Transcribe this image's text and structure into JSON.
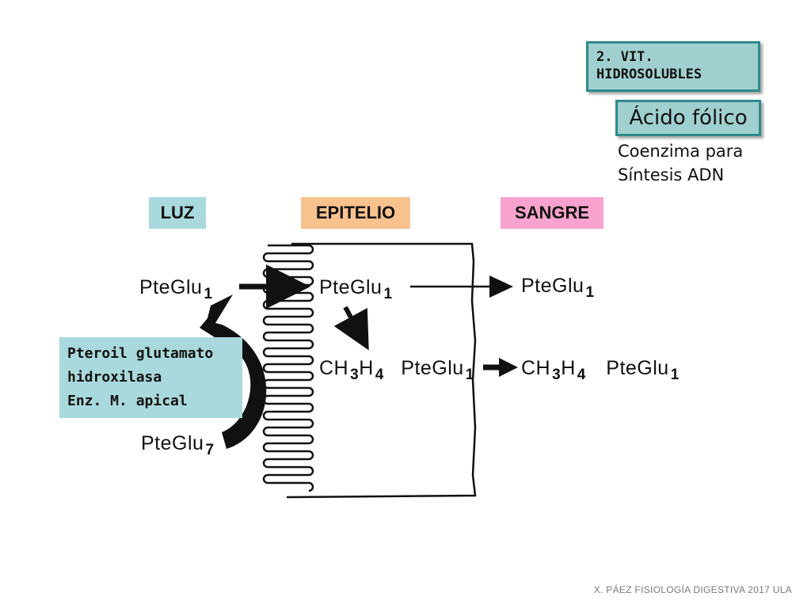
{
  "header": {
    "vitamin_group_line1": "2. VIT.",
    "vitamin_group_line2": "HIDROSOLUBLES",
    "title": "Ácido fólico",
    "role_line1": "Coenzima para",
    "role_line2": "Síntesis ADN"
  },
  "compartments": {
    "lumen": "LUZ",
    "epithelium": "EPITELIO",
    "blood": "SANGRE"
  },
  "molecules": {
    "luz_monoglutamate": {
      "base": "PteGlu",
      "sub": "1"
    },
    "luz_polyglutamate": {
      "base": "PteGlu",
      "sub": "7"
    },
    "epi_monoglutamate": {
      "base": "PteGlu",
      "sub": "1"
    },
    "epi_methyl": {
      "ch": "CH",
      "ch_sub": "3",
      "h": "H",
      "h_sub": "4",
      "base": "PteGlu",
      "sub": "1"
    },
    "blood_monoglutamate": {
      "base": "PteGlu",
      "sub": "1"
    },
    "blood_methyl": {
      "ch": "CH",
      "ch_sub": "3",
      "h": "H",
      "h_sub": "4",
      "base": "PteGlu",
      "sub": "1"
    }
  },
  "enzyme": {
    "line1": "Pteroil glutamato",
    "line2": "hidroxilasa",
    "line3": "Enz. M. apical"
  },
  "footer": "X. PÁEZ   FISIOLOGÍA DIGESTIVA 2017 ULA",
  "colors": {
    "teal_box": "#9fd0cf",
    "teal_border": "#2f8a8a",
    "luz": "#a9d9dd",
    "epitelio": "#f8c28e",
    "sangre": "#f7a3cd"
  }
}
